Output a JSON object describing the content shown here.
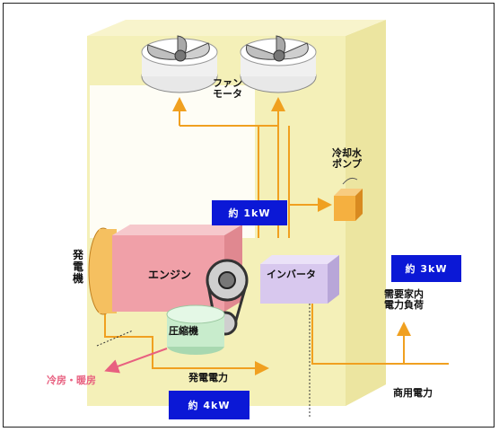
{
  "labels": {
    "fan_motor_1": "ファン",
    "fan_motor_2": "モータ",
    "pump_1": "冷却水",
    "pump_2": "ポンプ",
    "generator": "発電機",
    "engine": "エンジン",
    "compressor": "圧縮機",
    "inverter": "インバータ",
    "demand_1": "需要家内",
    "demand_2": "電力負荷",
    "cooling_heating": "冷房・暖房",
    "generated_power": "発電電力",
    "commercial_power": "商用電力"
  },
  "badges": {
    "pump_power": "約 1kW",
    "load_power": "約 3kW",
    "generated_power": "約 4kW"
  },
  "colors": {
    "cabinet": "#f4f0b8",
    "engine": "#f0a0a8",
    "inverter": "#d8c8ee",
    "compressor": "#c8eccc",
    "pump": "#f5b040",
    "flow_arrow": "#f0a020",
    "heat_arrow": "#e86080",
    "badge": "#0b18d6"
  }
}
